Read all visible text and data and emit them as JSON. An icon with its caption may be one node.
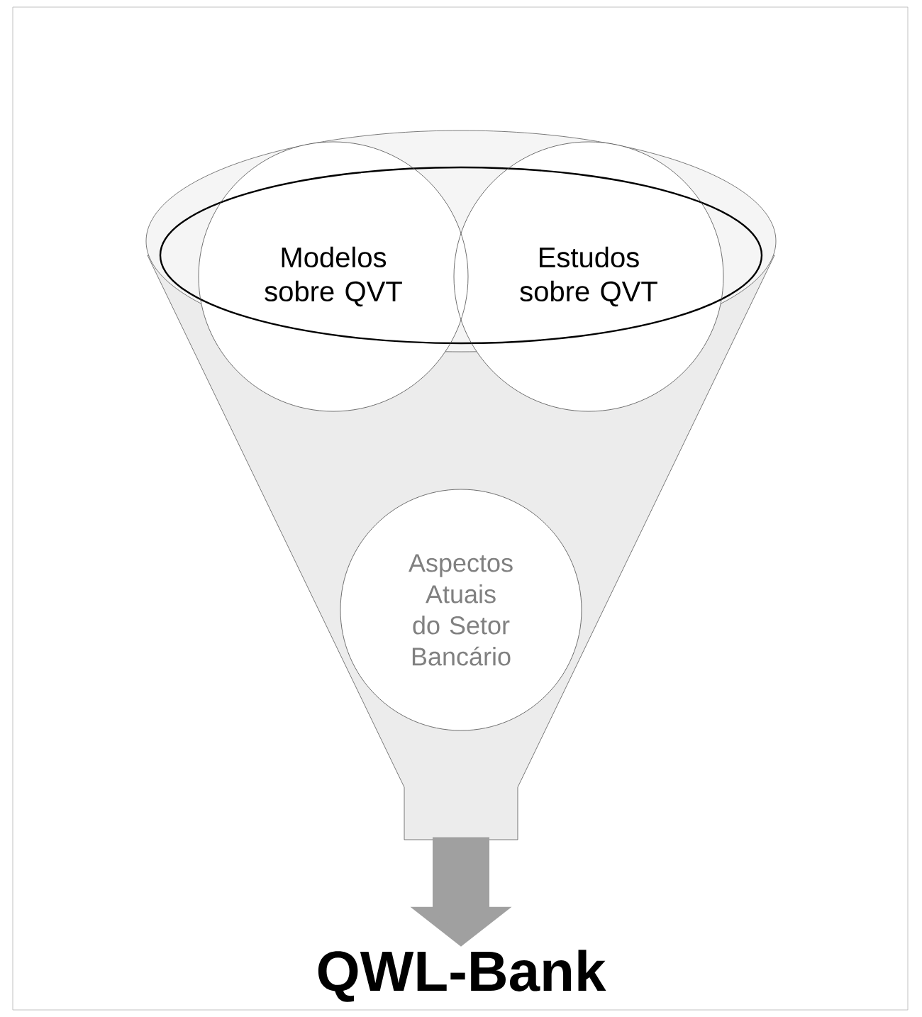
{
  "diagram": {
    "nodes": [
      {
        "text": [],
        "shape": "funnel"
      },
      {
        "text": [
          "Modelos sobre QVT"
        ]
      },
      {
        "text": [
          "Estudos sobre QVT"
        ]
      },
      {
        "text": [
          "Aspectos Atuais do Setor Bancário"
        ],
        "in": 0
      },
      {
        "text": [
          "QWL-Bank"
        ]
      }
    ],
    "edges": [
      {
        "from": 0,
        "to": 4,
        "arrow": "to"
      }
    ]
  }
}
